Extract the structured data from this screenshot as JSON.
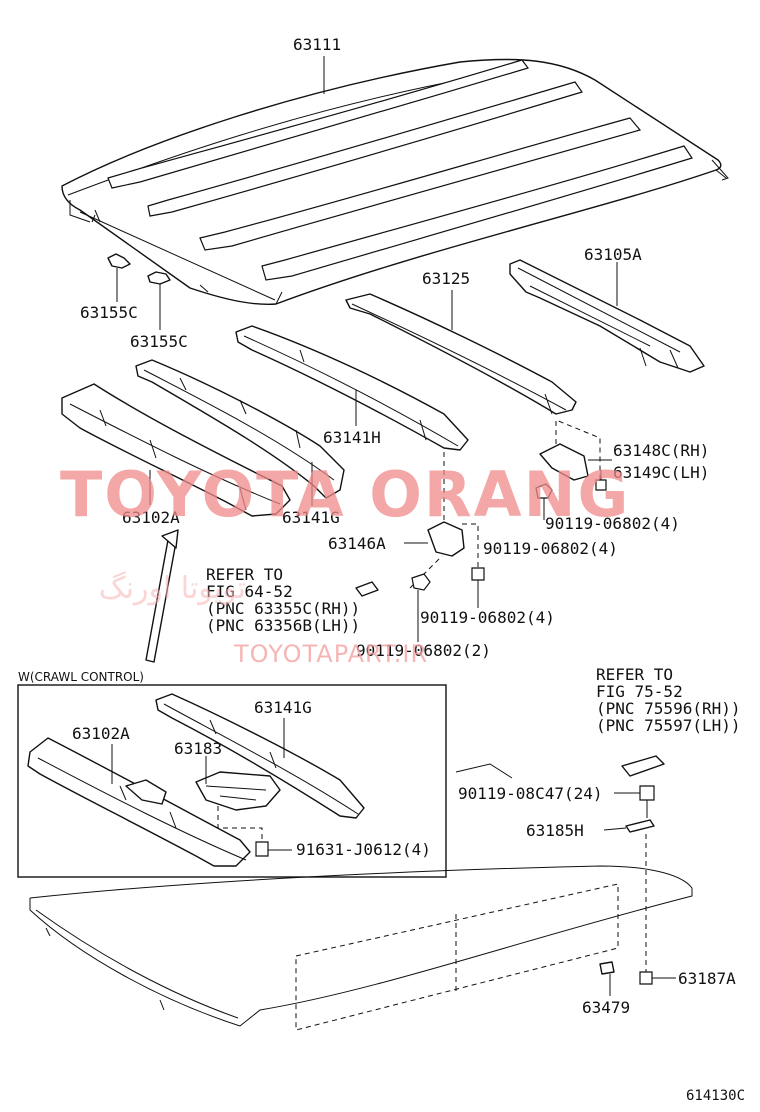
{
  "watermarks": {
    "main": "TOYOTA ORANG",
    "sub": "TOYOTAPART.IR",
    "persian": "تویوتا اورنگ"
  },
  "labels": {
    "roof_panel": "63111",
    "hook_upper": "63155C",
    "hook_lower": "63155C",
    "bow_125": "63125",
    "rail_rear": "63105A",
    "bow_141h": "63141H",
    "header_front": "63102A",
    "bow_141g": "63141G",
    "bracket_148_rh": "63148C(RH)",
    "bracket_149_lh": "63149C(LH)",
    "bolt_a": "90119-06802(4)",
    "bracket_146": "63146A",
    "bolt_b": "90119-06802(4)",
    "bolt_c": "90119-06802(4)",
    "bolt_d": "90119-06802(2)",
    "bolt_e": "90119-08C47(24)",
    "strip_185": "63185H",
    "clip_187": "63187A",
    "clip_479": "63479",
    "figure_code": "614130C"
  },
  "refer_left": {
    "line1": "REFER TO",
    "line2": "FIG 64-52",
    "line3": "(PNC 63355C(RH))",
    "line4": "(PNC 63356B(LH))"
  },
  "refer_right": {
    "line1": "REFER TO",
    "line2": "FIG 75-52",
    "line3": "(PNC 75596(RH))",
    "line4": "(PNC 75597(LH))"
  },
  "inset": {
    "title": "W(CRAWL CONTROL)",
    "header_label": "63102A",
    "bow_label": "63141G",
    "bracket_label": "63183",
    "bolt_label": "91631-J0612(4)"
  }
}
